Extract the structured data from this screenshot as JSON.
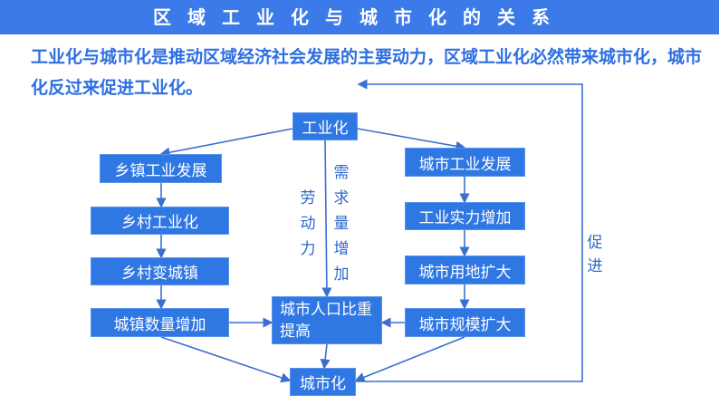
{
  "header": {
    "title": "区域工业化与城市化的关系"
  },
  "intro": {
    "text": "工业化与城市化是推动区域经济社会发展的主要动力，区域工业化必然带来城市化，城市化反过来促进工业化。"
  },
  "diagram": {
    "industrialization": "工业化",
    "urbanization": "城市化",
    "left": [
      "乡镇工业发展",
      "乡村工业化",
      "乡村变城镇",
      "城镇数量增加"
    ],
    "right": [
      "城市工业发展",
      "工业实力增加",
      "城市用地扩大",
      "城市规模扩大"
    ],
    "center": "城市人口比重提高",
    "labor_label": "劳动力",
    "demand_label": "需求量增加",
    "promote_label": "促进"
  },
  "colors": {
    "header": "#3b7ae8",
    "box": "#2f77e3",
    "text": "#2e6fe0",
    "line": "#3a6fd0"
  }
}
